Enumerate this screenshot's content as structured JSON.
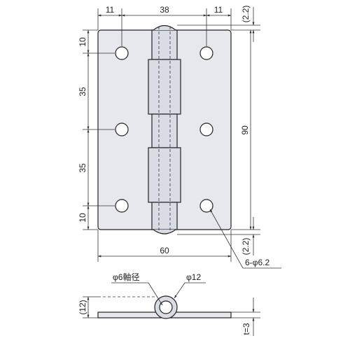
{
  "drawing": {
    "top_dims": [
      "11",
      "38",
      "11"
    ],
    "top_right_ref": "(2.2)",
    "bottom_right_ref": "(2.2)",
    "left_dims": [
      "10",
      "35",
      "35",
      "10"
    ],
    "overall_height": "90",
    "overall_width": "60",
    "hole_callout": "6-φ6.2",
    "pin_callout": "φ6軸径",
    "knuckle_callout": "φ12",
    "side_height": "(12)",
    "thickness": "t=3"
  }
}
